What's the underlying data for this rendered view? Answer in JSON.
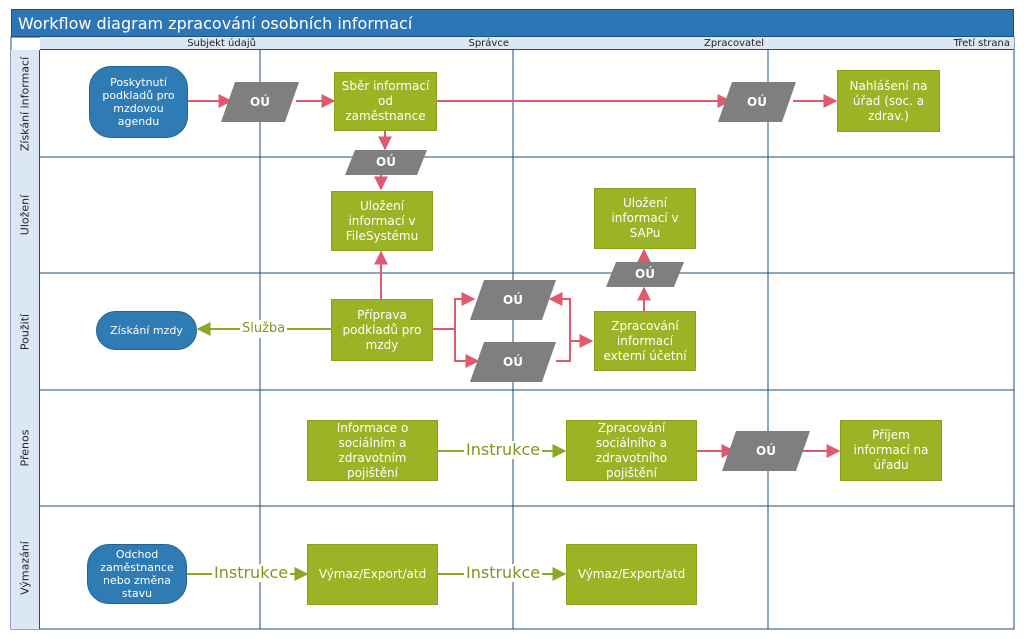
{
  "title": "Workflow diagram zpracování osobních informací",
  "columns": [
    "Subjekt údajů",
    "Správce",
    "Zpracovatel",
    "Třetí strana"
  ],
  "lanes": [
    "Získání informací",
    "Uložení",
    "Použití",
    "Přenos",
    "Výmazání"
  ],
  "nodes": {
    "poskytnuti": "Poskytnutí podkladů pro mzdovou agendu",
    "ou1": "OÚ",
    "sber": "Sběr informací od zaměstnance",
    "ou2": "OÚ",
    "nahlaseni": "Nahlášení na úřad (soc. a zdrav.)",
    "ou3": "OÚ",
    "ulozeni_fs": "Uložení informací v FileSystému",
    "ulozeni_sap": "Uložení informací v SAPu",
    "ou4": "OÚ",
    "ziskani_mzdy": "Získání mzdy",
    "priprava": "Příprava podkladů pro mzdy",
    "ou5": "OÚ",
    "ou6": "OÚ",
    "zprac_ext": "Zpracování informací externí účetní",
    "info_soc": "Informace o sociálním a zdravotním pojištění",
    "zprac_soc": "Zpracování sociálního a zdravotního pojištění",
    "ou7": "OÚ",
    "prijem": "Příjem informací na úřadu",
    "odchod": "Odchod zaměstnance nebo změna stavu",
    "vymaz1": "Výmaz/Export/atd",
    "vymaz2": "Výmaz/Export/atd"
  },
  "edge_labels": {
    "sluzba": "Služba",
    "instrukce1": "Instrukce",
    "instrukce2": "Instrukce",
    "instrukce3": "Instrukce"
  },
  "colors": {
    "header": "#2e75b5",
    "lane_header": "#dbe7f4",
    "box": "#9cb325",
    "terminal": "#2f7bb3",
    "data": "#7f7f7f",
    "red_arrow": "#e05a6f",
    "green_arrow": "#8aa828"
  }
}
